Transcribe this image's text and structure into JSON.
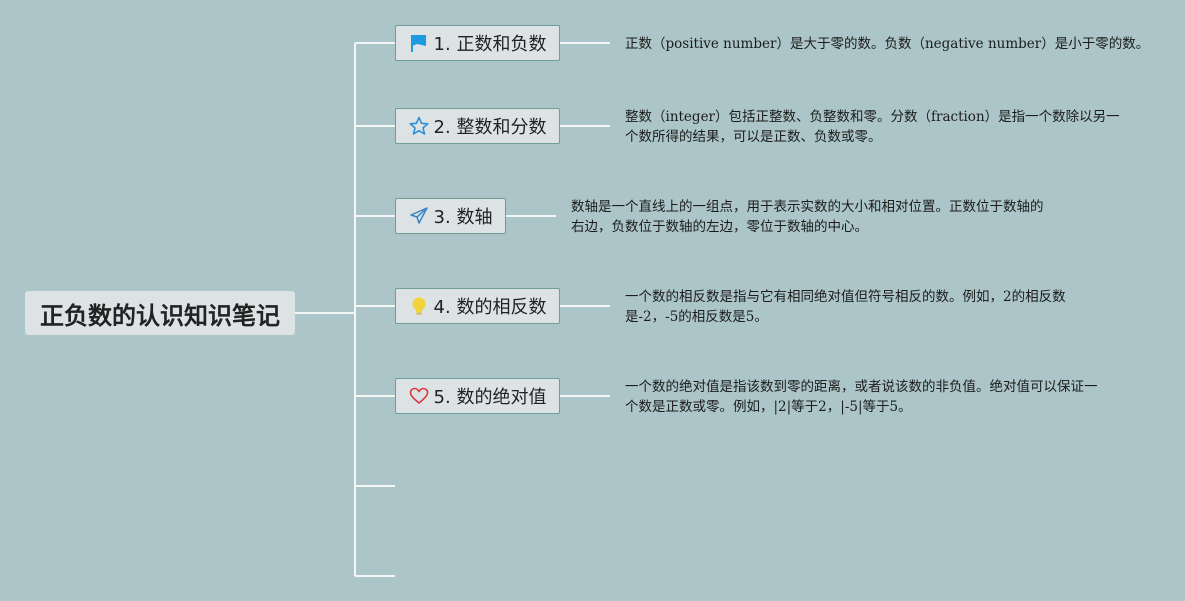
{
  "root": {
    "title": "正负数的认识知识笔记"
  },
  "branches": [
    {
      "icon": "flag-icon",
      "label": "1. 正数和负数",
      "note_lines": [
        "正数（positive number）是大于零的数。负数（negative number）是小于零的数。"
      ]
    },
    {
      "icon": "star-icon",
      "label": "2. 整数和分数",
      "note_lines": [
        "整数（integer）包括正整数、负整数和零。分数（fraction）是指一个数除以另一",
        "个数所得的结果，可以是正数、负数或零。"
      ]
    },
    {
      "icon": "paper-plane-icon",
      "label": "3. 数轴",
      "note_lines": [
        "数轴是一个直线上的一组点，用于表示实数的大小和相对位置。正数位于数轴的",
        "右边，负数位于数轴的左边，零位于数轴的中心。"
      ]
    },
    {
      "icon": "lightbulb-icon",
      "label": "4. 数的相反数",
      "note_lines": [
        "一个数的相反数是指与它有相同绝对值但符号相反的数。例如，2的相反数",
        "是-2，-5的相反数是5。"
      ]
    },
    {
      "icon": "heart-icon",
      "label": "5. 数的绝对值",
      "note_lines": [
        "一个数的绝对值是指该数到零的距离，或者说该数的非负值。绝对值可以保证一",
        "个数是正数或零。例如，|2|等于2，|-5|等于5。"
      ]
    }
  ],
  "colors": {
    "background": "#abc5c8",
    "node_fill": "#dde3e4",
    "node_border": "#6f9e97",
    "connector": "#f4f6f6",
    "flag": "#1e9be0",
    "star": "#2f8fd8",
    "plane": "#3a82c4",
    "bulb": "#f3d33a",
    "heart": "#d9363e"
  }
}
